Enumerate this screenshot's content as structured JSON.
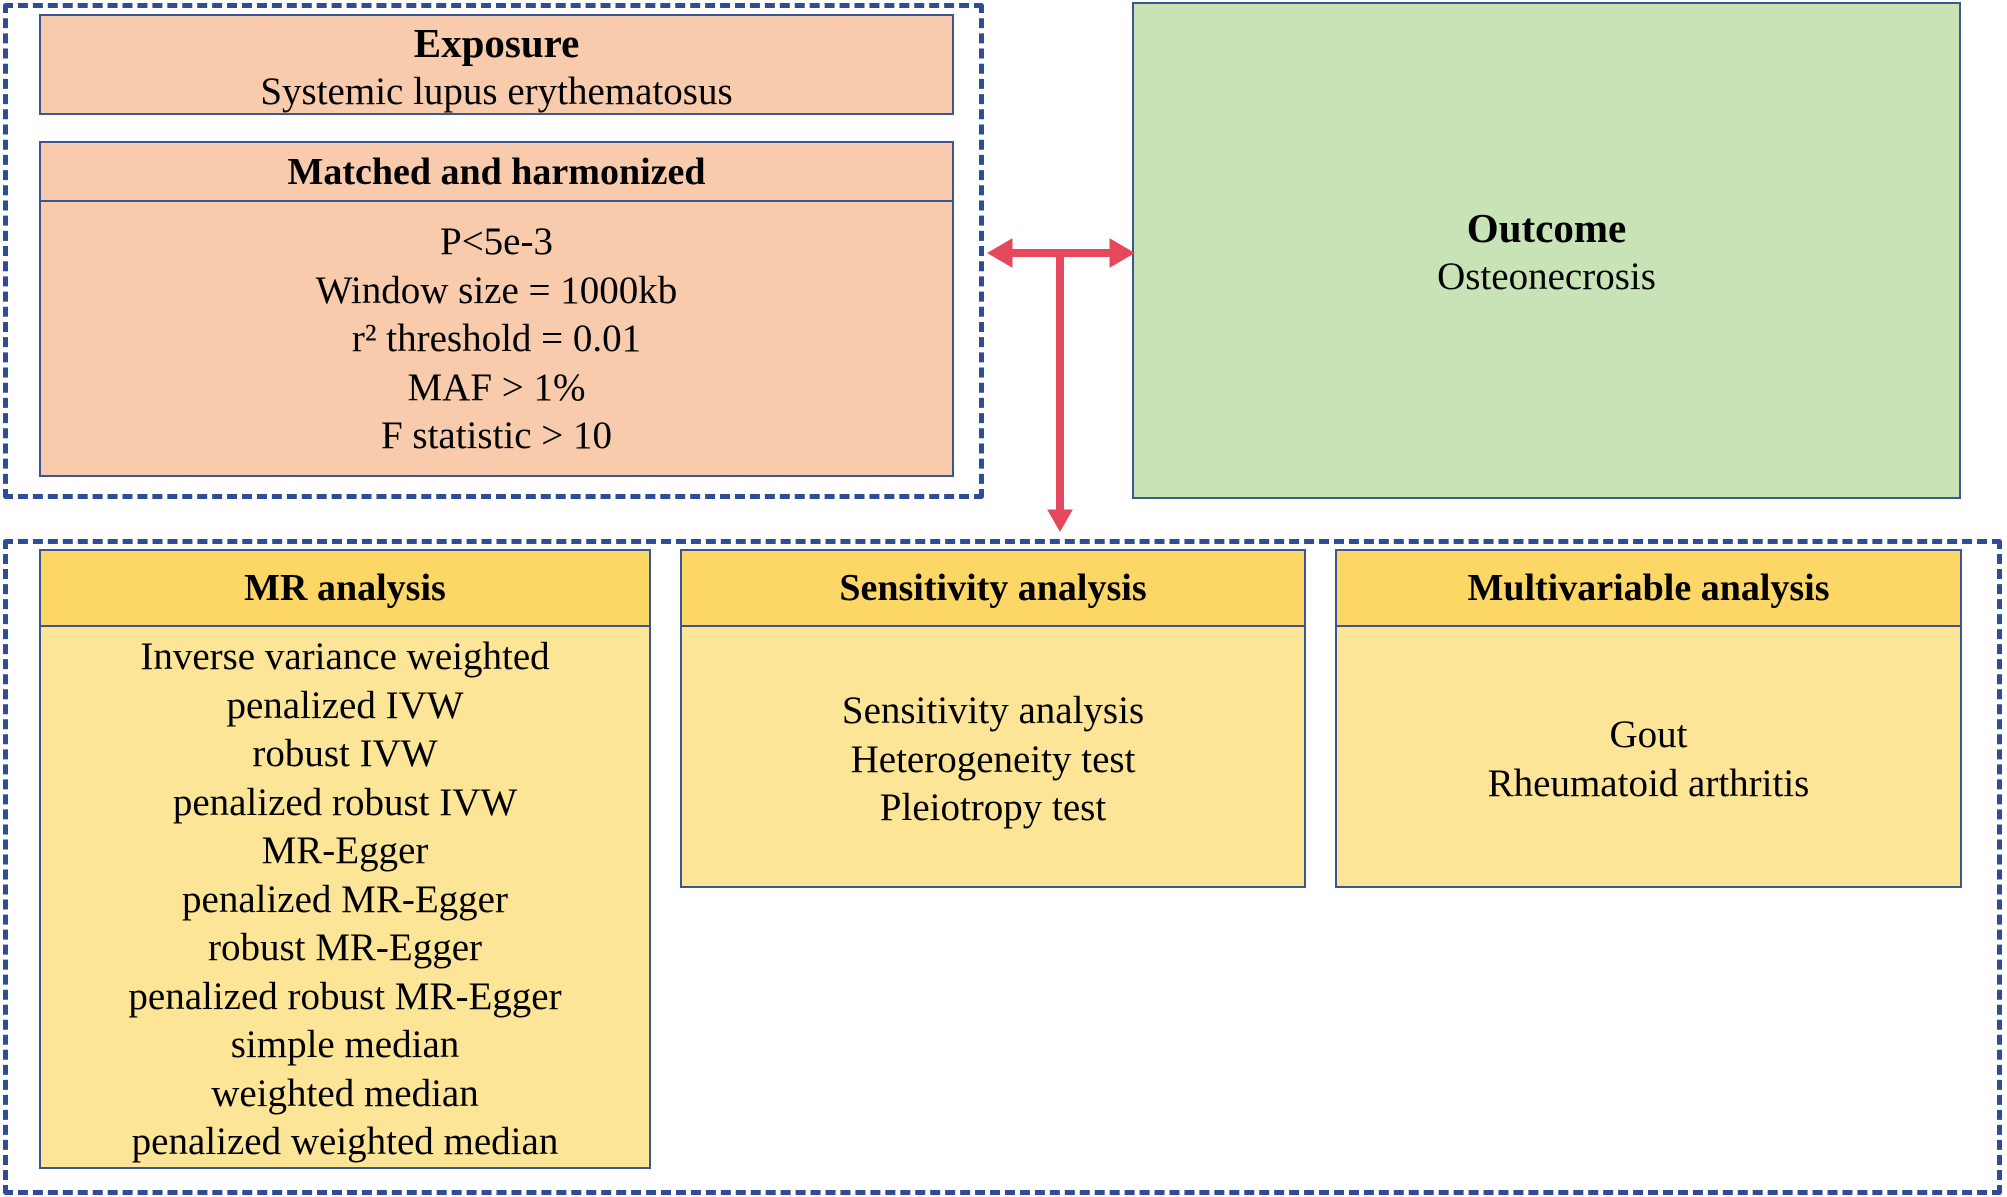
{
  "exposure": {
    "title": "Exposure",
    "subtitle": "Systemic lupus erythematosus"
  },
  "matched": {
    "title": "Matched and harmonized",
    "criteria": [
      "P<5e-3",
      "Window size = 1000kb",
      "r² threshold = 0.01",
      "MAF > 1%",
      "F statistic > 10"
    ]
  },
  "outcome": {
    "title": "Outcome",
    "subtitle": "Osteonecrosis"
  },
  "mr_analysis": {
    "title": "MR analysis",
    "methods": [
      "Inverse variance weighted",
      "penalized IVW",
      "robust IVW",
      "penalized robust IVW",
      "MR-Egger",
      "penalized MR-Egger",
      "robust MR-Egger",
      "penalized robust MR-Egger",
      "simple median",
      "weighted median",
      "penalized weighted median"
    ]
  },
  "sensitivity_analysis": {
    "title": "Sensitivity analysis",
    "items": [
      "Sensitivity analysis",
      "Heterogeneity test",
      "Pleiotropy test"
    ]
  },
  "multivariable_analysis": {
    "title": "Multivariable analysis",
    "items": [
      "Gout",
      "Rheumatoid arthritis"
    ]
  },
  "colors": {
    "dashed_border": "#2e4d96",
    "box_border": "#3b5694",
    "exposure_fill": "#f7cbab",
    "outcome_fill": "#c8e3b6",
    "analysis_header_fill": "#fcd766",
    "analysis_body_fill": "#fde598",
    "arrow": "#e5475d"
  }
}
